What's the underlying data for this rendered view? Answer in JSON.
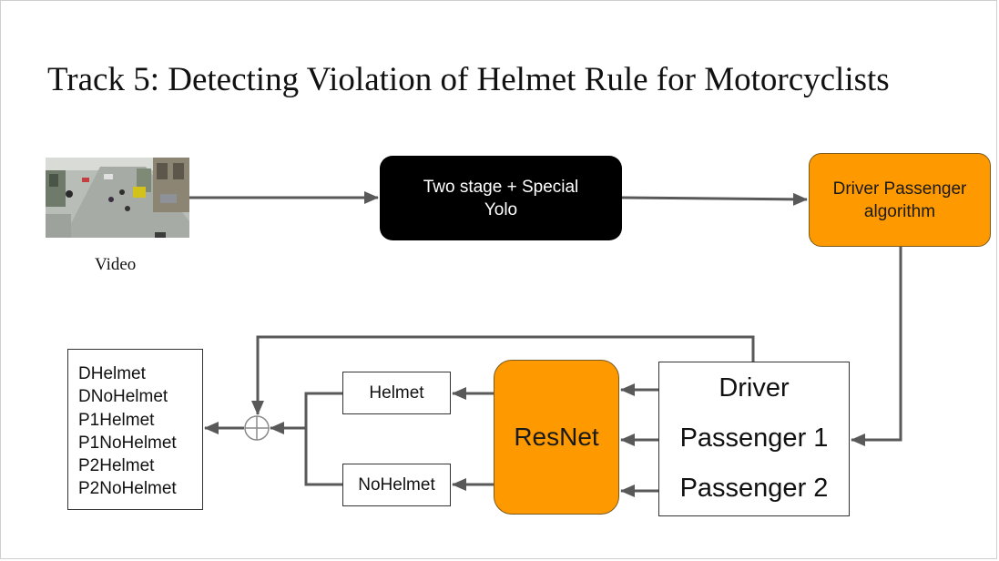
{
  "slide": {
    "title": "Track 5: Detecting Violation of Helmet Rule for Motorcyclists"
  },
  "video": {
    "label": "Video"
  },
  "detector": {
    "line1": "Two stage + Special",
    "line2": "Yolo"
  },
  "driver_passenger": {
    "line1": "Driver Passenger",
    "line2": "algorithm"
  },
  "roles": [
    "Driver",
    "Passenger 1",
    "Passenger 2"
  ],
  "classifier": {
    "label": "ResNet"
  },
  "classes": {
    "helmet": "Helmet",
    "no_helmet": "NoHelmet"
  },
  "outputs": [
    "DHelmet",
    "DNoHelmet",
    "P1Helmet",
    "P1NoHelmet",
    "P2Helmet",
    "P2NoHelmet"
  ],
  "colors": {
    "orange": "#ff9900",
    "black": "#000000",
    "arrow": "#595959"
  }
}
